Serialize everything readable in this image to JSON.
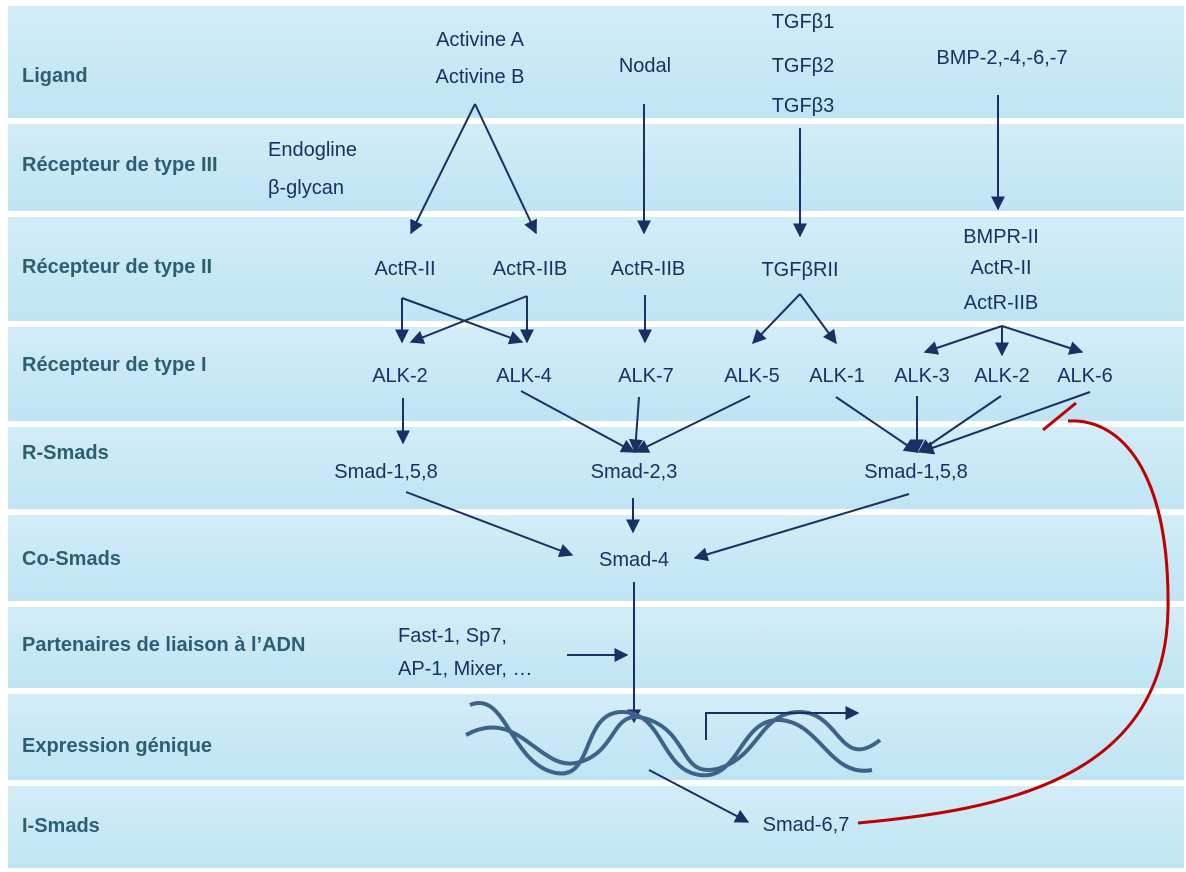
{
  "rows": [
    "Ligand",
    "Récepteur de type III",
    "Récepteur de type II",
    "Récepteur de type I",
    "R-Smads",
    "Co-Smads",
    "Partenaires de liaison à l’ADN",
    "Expression génique",
    "I-Smads"
  ],
  "ligands": {
    "activine_a": "Activine A",
    "activine_b": "Activine B",
    "nodal": "Nodal",
    "tgfb1": "TGFβ1",
    "tgfb2": "TGFβ2",
    "tgfb3": "TGFβ3",
    "bmp": "BMP-2,-4,-6,-7"
  },
  "type3": {
    "endogline": "Endogline",
    "bglycan": "β-glycan"
  },
  "type2": {
    "actr2_a": "ActR-II",
    "actr2b_a": "ActR-IIB",
    "actr2b_b": "ActR-IIB",
    "tgfbr2": "TGFβRII",
    "bmpr2": "BMPR-II",
    "actr2_b": "ActR-II",
    "actr2b_c": "ActR-IIB"
  },
  "type1": {
    "alk2_a": "ALK-2",
    "alk4": "ALK-4",
    "alk7": "ALK-7",
    "alk5": "ALK-5",
    "alk1": "ALK-1",
    "alk3": "ALK-3",
    "alk2_b": "ALK-2",
    "alk6": "ALK-6"
  },
  "rsmads": {
    "left": "Smad-1,5,8",
    "mid": "Smad-2,3",
    "right": "Smad-1,5,8"
  },
  "cosmad": "Smad-4",
  "partners": {
    "line1": "Fast-1, Sp7,",
    "line2": "AP-1, Mixer, …"
  },
  "ismad": "Smad-6,7",
  "colors": {
    "band": "#c8e9f6",
    "label": "#2e5e74",
    "text": "#1a2f66",
    "arrow": "#1a2f66",
    "dna": "#3f6288",
    "inhibit": "#c00000"
  }
}
